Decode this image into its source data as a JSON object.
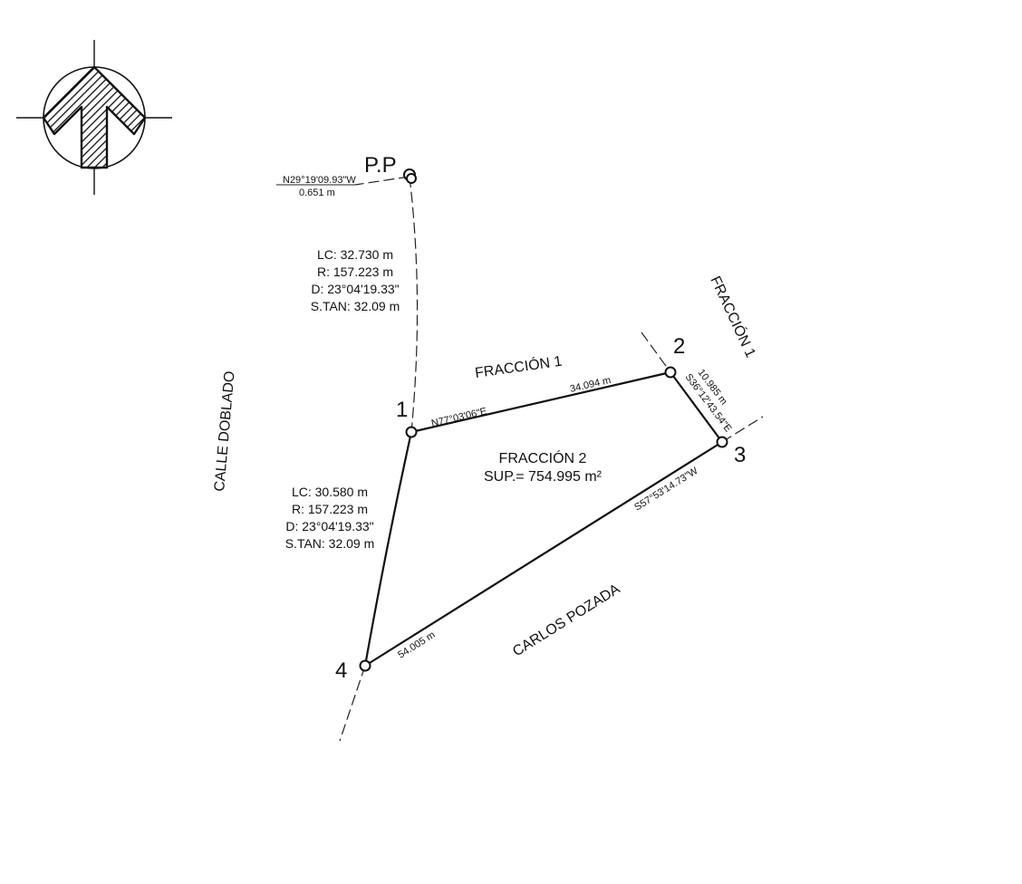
{
  "north_arrow": {
    "icon": "north-arrow-icon"
  },
  "points": {
    "pp": "P.P",
    "p1": "1",
    "p2": "2",
    "p3": "3",
    "p4": "4"
  },
  "pp_bearing": "N29°19'09.93\"W",
  "pp_distance": "0.651 m",
  "curve_upper": {
    "lc": "LC: 32.730 m",
    "r": "R: 157.223 m",
    "d": "D: 23°04'19.33\"",
    "stan": "S.TAN: 32.09 m"
  },
  "curve_lower": {
    "lc": "LC: 30.580 m",
    "r": "R: 157.223 m",
    "d": "D: 23°04'19.33\"",
    "stan": "S.TAN: 32.09 m"
  },
  "edge_1_2": {
    "bearing": "N77°03'06\"E",
    "distance": "34.094 m"
  },
  "edge_2_3": {
    "bearing": "S36°12'43.54\"E",
    "distance": "10.985 m"
  },
  "edge_3_4": {
    "bearing": "S57°53'14.73\"W",
    "distance": "54.005 m"
  },
  "labels": {
    "fraccion1_center": "FRACCIÓN 1",
    "fraccion1_right": "FRACCIÓN 1",
    "fraccion2": "FRACCIÓN 2",
    "superficie": "SUP.= 754.995 m²",
    "calle_doblado": "CALLE DOBLADO",
    "carlos_pozada": "CARLOS POZADA"
  }
}
